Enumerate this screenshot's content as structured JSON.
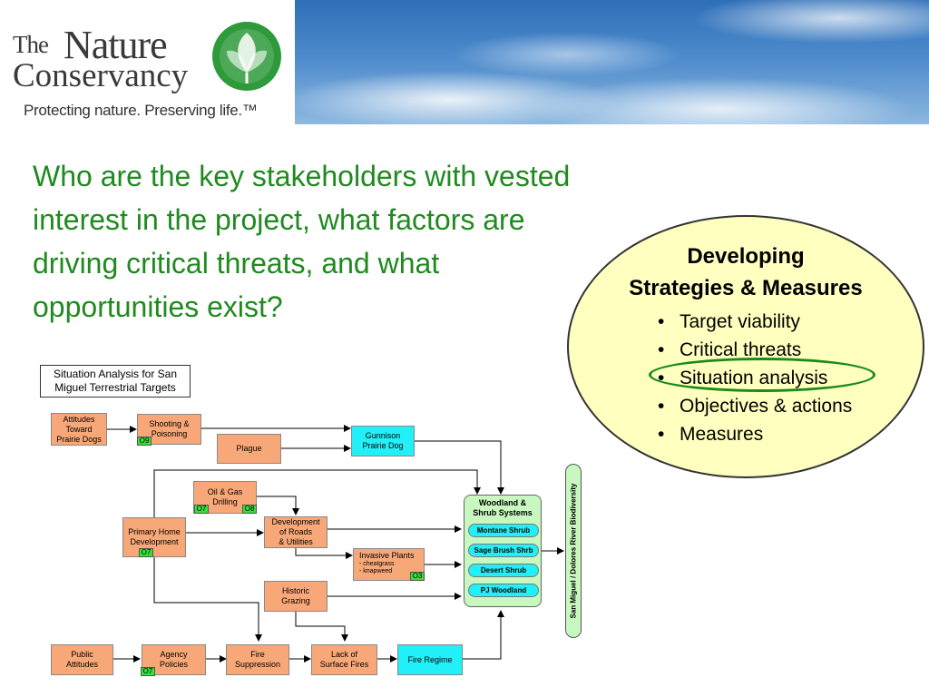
{
  "logo": {
    "the": "The",
    "nature": "Nature",
    "conservancy": "Conservancy",
    "tagline": "Protecting nature. Preserving life.™",
    "mark_icon": "globe-leaf-icon",
    "colors": {
      "text": "#3a3a3a",
      "mark": "#2e9a3a"
    }
  },
  "question": "Who are the key stakeholders with vested interest in the project, what factors are driving critical threats, and what opportunities exist?",
  "oval": {
    "title_line1": "Developing",
    "title_line2": "Strategies & Measures",
    "items": [
      "Target viability",
      "Critical threats",
      "Situation analysis",
      "Objectives & actions",
      "Measures"
    ],
    "highlighted": "Situation analysis",
    "colors": {
      "fill": "#ffffc0",
      "highlight": "#1a8a1a"
    }
  },
  "diagram": {
    "title_line1": "Situation Analysis for San",
    "title_line2": "Miguel Terrestrial Targets",
    "nodes": {
      "attitudes": [
        "Attitudes",
        "Toward",
        "Prairie Dogs"
      ],
      "shooting": [
        "Shooting &",
        "Poisoning"
      ],
      "plague": [
        "Plague"
      ],
      "gunnison": [
        "Gunnison",
        "Prairie Dog"
      ],
      "oilgas": [
        "Oil & Gas",
        "Drilling"
      ],
      "primary": [
        "Primary Home",
        "Development"
      ],
      "roads": [
        "Development",
        "of Roads",
        "& Utilities"
      ],
      "invasive": "Invasive Plants",
      "invasive_sub": [
        "- cheatgrass",
        "- knapweed"
      ],
      "historic": [
        "Historic",
        "Grazing"
      ],
      "public": [
        "Public",
        "Attitudes"
      ],
      "agency": [
        "Agency",
        "Policies"
      ],
      "fire_supp": [
        "Fire",
        "Suppression"
      ],
      "lack": [
        "Lack of",
        "Surface Fires"
      ],
      "fire_regime": [
        "Fire Regime"
      ]
    },
    "tags": {
      "shooting": "O9",
      "oil_left": "O7",
      "oil_right": "O8",
      "primary": "O7",
      "invasive": "O3",
      "agency": "O7"
    },
    "system": {
      "title_line1": "Woodland &",
      "title_line2": "Shrub Systems",
      "items": [
        "Montane Shrub",
        "Sage Brush Shrb",
        "Desert Shrub",
        "PJ Woodland"
      ]
    },
    "vertical_label": "San Miguel / Dolores River Biodiversity",
    "colors": {
      "orange": "#f8a878",
      "cyan": "#22f0f8",
      "system": "#c8f7c0",
      "tag": "#39e039"
    }
  }
}
